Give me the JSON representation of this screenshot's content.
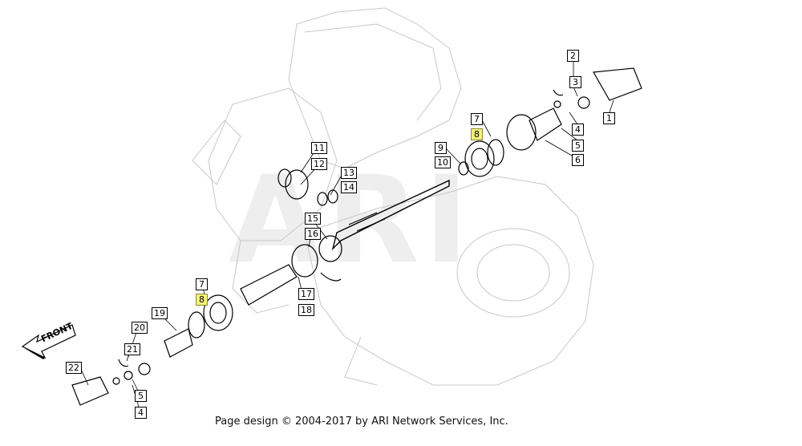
{
  "watermark": "ARI",
  "front_label": "FRONT",
  "footer": "Page design © 2004-2017 by ARI Network Services, Inc.",
  "callouts": [
    {
      "id": "c2",
      "text": "2"
    },
    {
      "id": "c3",
      "text": "3"
    },
    {
      "id": "c1",
      "text": "1"
    },
    {
      "id": "c4a",
      "text": "4"
    },
    {
      "id": "c5a",
      "text": "5"
    },
    {
      "id": "c6",
      "text": "6"
    },
    {
      "id": "c7a",
      "text": "7"
    },
    {
      "id": "c8a",
      "text": "8",
      "highlight": true
    },
    {
      "id": "c9",
      "text": "9"
    },
    {
      "id": "c10",
      "text": "10"
    },
    {
      "id": "c11",
      "text": "11"
    },
    {
      "id": "c12",
      "text": "12"
    },
    {
      "id": "c13",
      "text": "13"
    },
    {
      "id": "c14",
      "text": "14"
    },
    {
      "id": "c15",
      "text": "15"
    },
    {
      "id": "c16",
      "text": "16"
    },
    {
      "id": "c17",
      "text": "17"
    },
    {
      "id": "c18",
      "text": "18"
    },
    {
      "id": "c7b",
      "text": "7"
    },
    {
      "id": "c8b",
      "text": "8",
      "highlight": true
    },
    {
      "id": "c19",
      "text": "19"
    },
    {
      "id": "c20",
      "text": "20"
    },
    {
      "id": "c21",
      "text": "21"
    },
    {
      "id": "c22",
      "text": "22"
    },
    {
      "id": "c5b",
      "text": "5"
    },
    {
      "id": "c4b",
      "text": "4"
    }
  ]
}
